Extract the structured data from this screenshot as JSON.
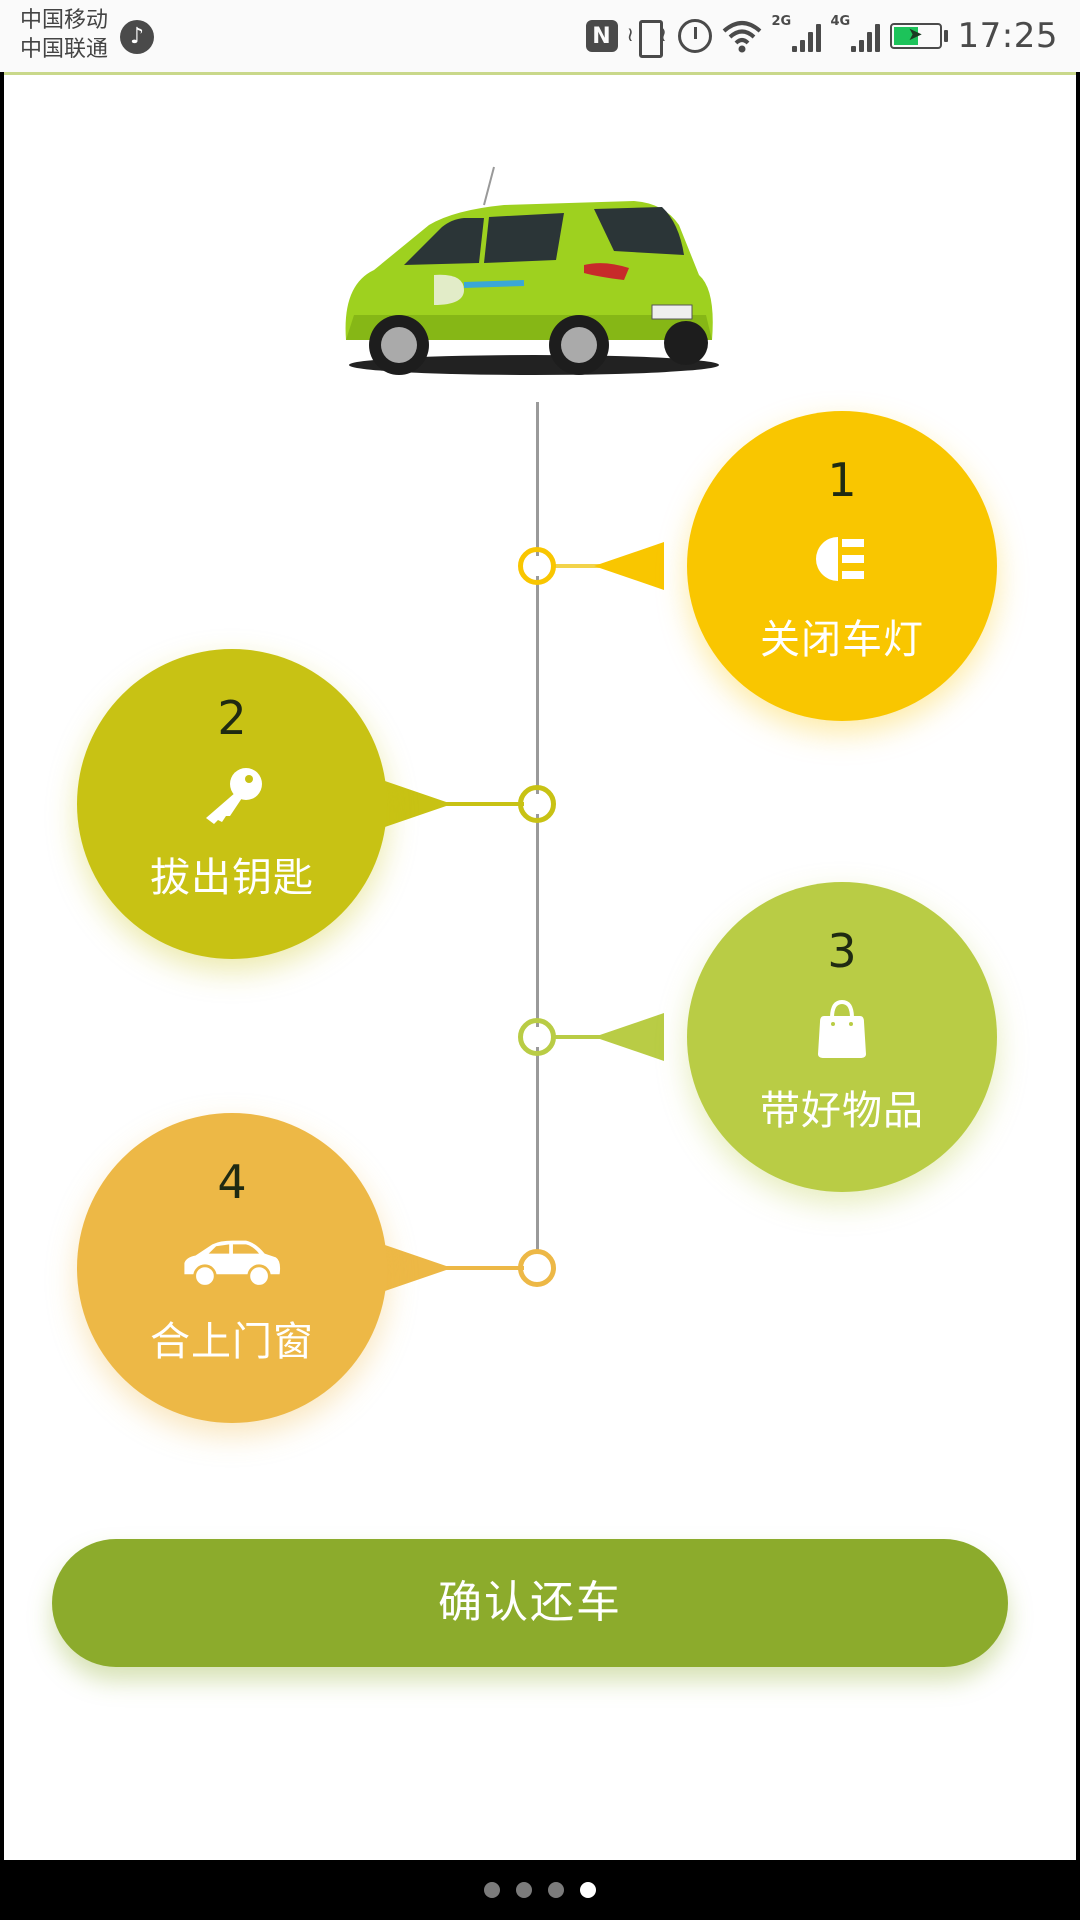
{
  "status_bar": {
    "carrier_1": "中国移动",
    "carrier_2": "中国联通",
    "app_icon": "music-note-icon",
    "icons": [
      "nfc-icon",
      "vibrate-icon",
      "alarm-icon",
      "wifi-icon",
      "signal-2g-icon",
      "signal-4g-icon",
      "battery-charging-icon"
    ],
    "signal_1_label": "2G",
    "signal_2_label": "4G",
    "time": "17:25",
    "battery_color": "#1dc35a"
  },
  "hero": {
    "image": "green-hatchback-car"
  },
  "steps": [
    {
      "number": "1",
      "icon": "headlight-icon",
      "label": "关闭车灯",
      "color": "#f9c600",
      "side": "right"
    },
    {
      "number": "2",
      "icon": "key-icon",
      "label": "拔出钥匙",
      "color": "#c8c214",
      "side": "left"
    },
    {
      "number": "3",
      "icon": "bag-icon",
      "label": "带好物品",
      "color": "#b9cc45",
      "side": "right"
    },
    {
      "number": "4",
      "icon": "car-icon",
      "label": "合上门窗",
      "color": "#edb846",
      "side": "left"
    }
  ],
  "confirm_button": {
    "label": "确认还车",
    "color": "#8cab2c"
  },
  "page_indicator": {
    "count": 4,
    "active_index": 3
  }
}
